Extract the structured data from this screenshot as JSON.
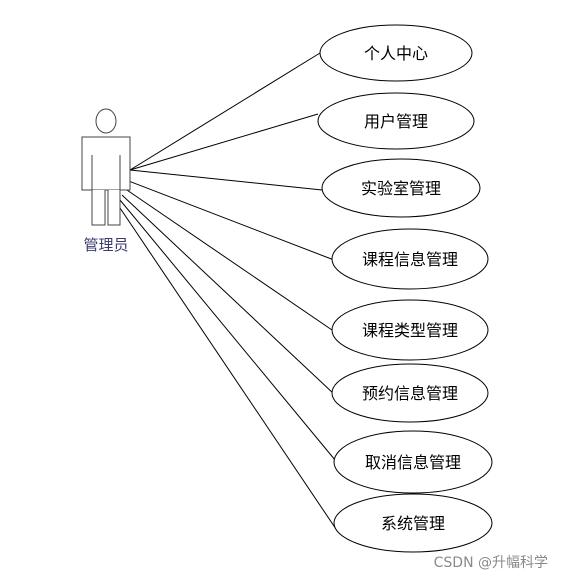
{
  "actor": {
    "label": "管理员"
  },
  "use_cases": [
    "个人中心",
    "用户管理",
    "实验室管理",
    "课程信息管理",
    "课程类型管理",
    "预约信息管理",
    "取消信息管理",
    "系统管理"
  ],
  "watermark": "CSDN @升幅科学"
}
